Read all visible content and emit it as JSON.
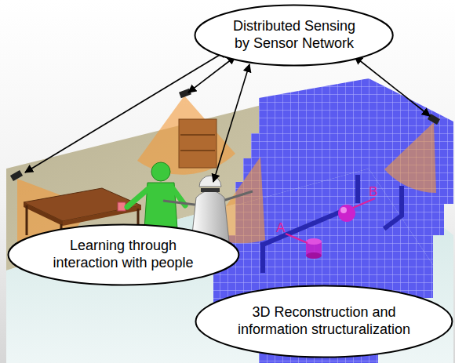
{
  "diagram": {
    "nodes": [
      {
        "text": [
          "Distributed Sensing by Sensor Network"
        ]
      },
      {
        "text": [
          "Learning through interaction with people"
        ]
      },
      {
        "text": [
          "3D Reconstruction and information structuralization"
        ]
      }
    ],
    "labels": [
      "A",
      "B"
    ]
  }
}
